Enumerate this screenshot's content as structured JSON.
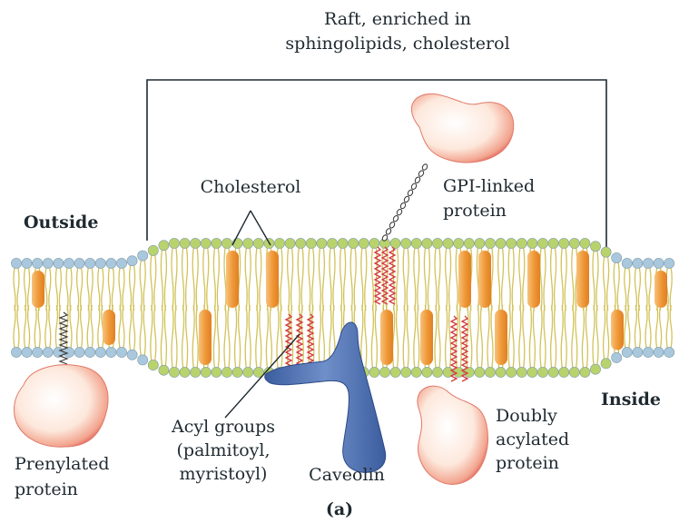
{
  "labels": {
    "raft_line1": "Raft, enriched in",
    "raft_line2": "sphingolipids, cholesterol",
    "outside": "Outside",
    "inside": "Inside",
    "cholesterol": "Cholesterol",
    "gpi_line1": "GPI-linked",
    "gpi_line2": "protein",
    "acyl_line1": "Acyl groups",
    "acyl_line2": "(palmitoyl,",
    "acyl_line3": "myristoyl)",
    "caveolin": "Caveolin",
    "prenyl_line1": "Prenylated",
    "prenyl_line2": "protein",
    "doubly_line1": "Doubly",
    "doubly_line2": "acylated",
    "doubly_line3": "protein",
    "panel": "(a)"
  },
  "colors": {
    "head_normal": "#a9c8dd",
    "head_raft": "#b9d36c",
    "tail": "#d2c25a",
    "cholesterol": "#f0a044",
    "caveolin": "#4e6fae",
    "protein_fill": "#fbe9dd",
    "protein_edge": "#d6242c",
    "anchor": "#d4393c"
  }
}
